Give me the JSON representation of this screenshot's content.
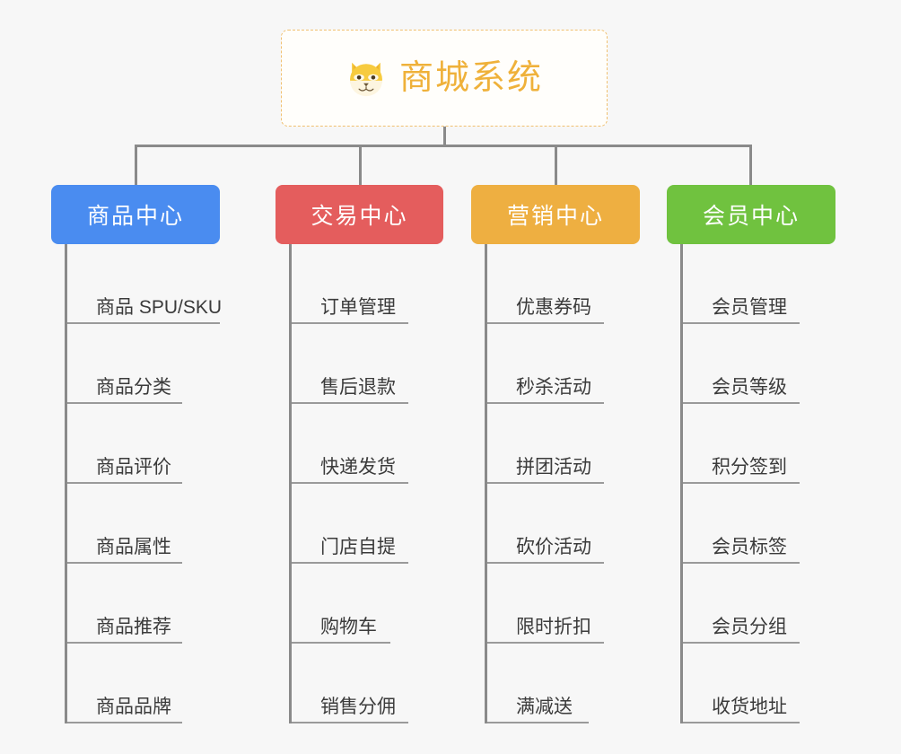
{
  "canvas": {
    "background": "#f7f7f7",
    "connector_color": "#8a8a8a"
  },
  "root": {
    "title": "商城系统",
    "icon": "dog-face-icon",
    "text_color": "#efb13a",
    "border_color": "#f0c070",
    "background": "#fffefb"
  },
  "branches": [
    {
      "label": "商品中心",
      "color": "#4a8cf0",
      "children": [
        "商品 SPU/SKU",
        "商品分类",
        "商品评价",
        "商品属性",
        "商品推荐",
        "商品品牌"
      ]
    },
    {
      "label": "交易中心",
      "color": "#e45d5d",
      "children": [
        "订单管理",
        "售后退款",
        "快递发货",
        "门店自提",
        "购物车",
        "销售分佣"
      ]
    },
    {
      "label": "营销中心",
      "color": "#eeaf41",
      "children": [
        "优惠券码",
        "秒杀活动",
        "拼团活动",
        "砍价活动",
        "限时折扣",
        "满减送"
      ]
    },
    {
      "label": "会员中心",
      "color": "#70c23f",
      "children": [
        "会员管理",
        "会员等级",
        "积分签到",
        "会员标签",
        "会员分组",
        "收货地址"
      ]
    }
  ]
}
